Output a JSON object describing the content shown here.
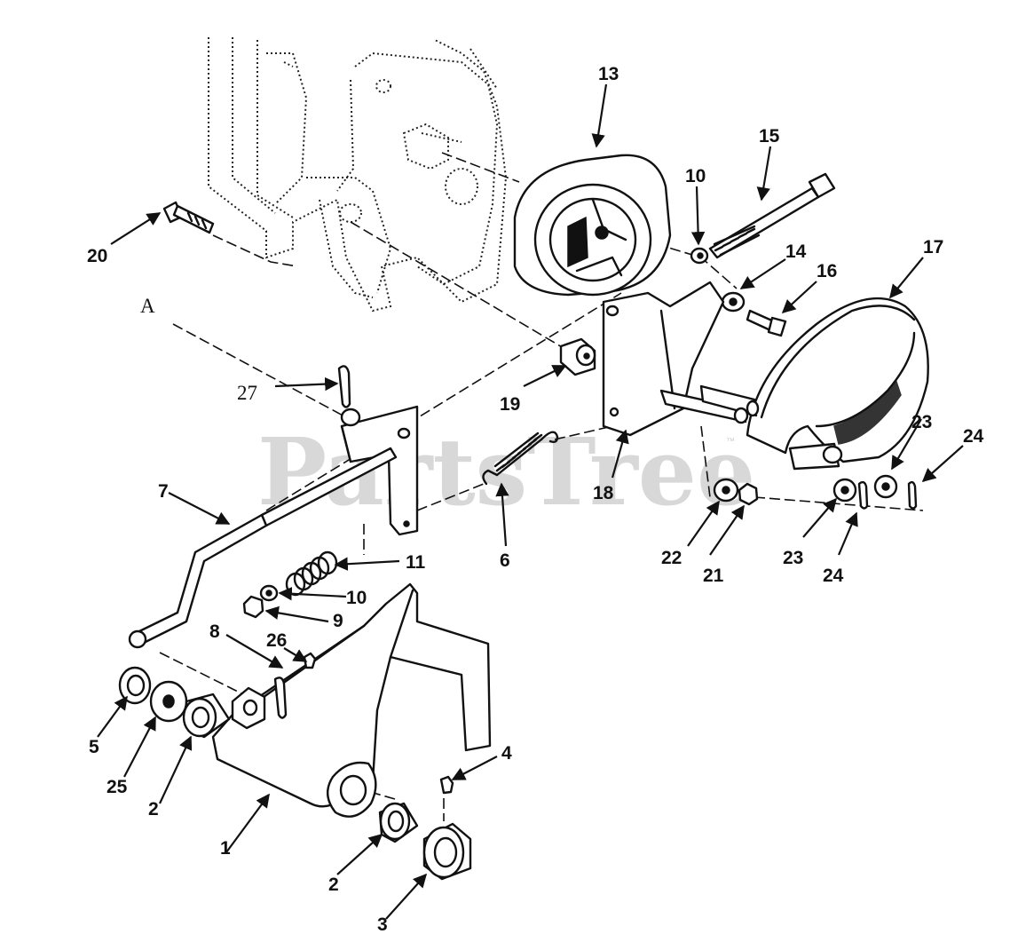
{
  "watermark": {
    "text": "PartsTree",
    "mark": "™"
  },
  "view_label": "A",
  "callouts": [
    {
      "id": "c1",
      "label": "1"
    },
    {
      "id": "c2a",
      "label": "2"
    },
    {
      "id": "c2b",
      "label": "2"
    },
    {
      "id": "c3",
      "label": "3"
    },
    {
      "id": "c4",
      "label": "4"
    },
    {
      "id": "c5",
      "label": "5"
    },
    {
      "id": "c6",
      "label": "6"
    },
    {
      "id": "c7",
      "label": "7"
    },
    {
      "id": "c8",
      "label": "8"
    },
    {
      "id": "c9",
      "label": "9"
    },
    {
      "id": "c10a",
      "label": "10"
    },
    {
      "id": "c10b",
      "label": "10"
    },
    {
      "id": "c11",
      "label": "11"
    },
    {
      "id": "c13",
      "label": "13"
    },
    {
      "id": "c14",
      "label": "14"
    },
    {
      "id": "c15",
      "label": "15"
    },
    {
      "id": "c16",
      "label": "16"
    },
    {
      "id": "c17",
      "label": "17"
    },
    {
      "id": "c18",
      "label": "18"
    },
    {
      "id": "c19",
      "label": "19"
    },
    {
      "id": "c20",
      "label": "20"
    },
    {
      "id": "c21",
      "label": "21"
    },
    {
      "id": "c22",
      "label": "22"
    },
    {
      "id": "c23a",
      "label": "23"
    },
    {
      "id": "c23b",
      "label": "23"
    },
    {
      "id": "c24a",
      "label": "24"
    },
    {
      "id": "c24b",
      "label": "24"
    },
    {
      "id": "c25",
      "label": "25"
    },
    {
      "id": "c26",
      "label": "26"
    },
    {
      "id": "c27",
      "label": "27"
    }
  ]
}
